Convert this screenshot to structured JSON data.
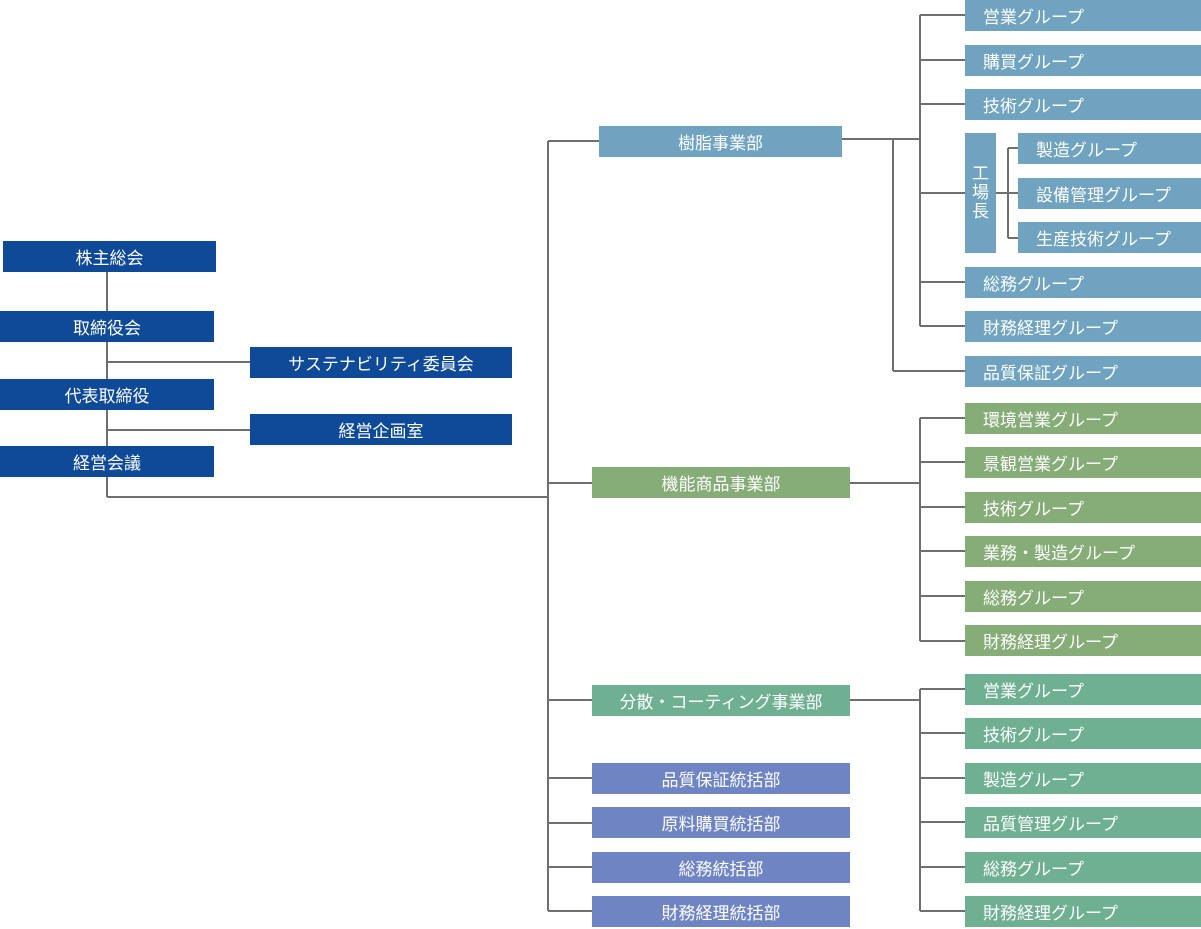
{
  "colors": {
    "executive": "#0e4a97",
    "resin": "#6fa3bf",
    "functional": "#86ac77",
    "dispersion": "#70b092",
    "corporate": "#6f84c2",
    "connector": "#6e6e6e"
  },
  "executive": {
    "shareholders_meeting": "株主総会",
    "board_of_directors": "取締役会",
    "sustainability_committee": "サステナビリティ委員会",
    "representative_director": "代表取締役",
    "corporate_planning": "経営企画室",
    "management_meeting": "経営会議"
  },
  "resin_division": {
    "name": "樹脂事業部",
    "groups": {
      "sales": "営業グループ",
      "purchasing": "購買グループ",
      "engineering": "技術グループ",
      "general_affairs": "総務グループ",
      "finance": "財務経理グループ",
      "quality_assurance": "品質保証グループ"
    },
    "plant_manager": [
      "工",
      "場",
      "長"
    ],
    "plant_groups": {
      "manufacturing": "製造グループ",
      "facility_management": "設備管理グループ",
      "production_engineering": "生産技術グループ"
    }
  },
  "functional_division": {
    "name": "機能商品事業部",
    "groups": {
      "environmental_sales": "環境営業グループ",
      "landscape_sales": "景観営業グループ",
      "engineering": "技術グループ",
      "operations_manufacturing": "業務・製造グループ",
      "general_affairs": "総務グループ",
      "finance": "財務経理グループ"
    }
  },
  "dispersion_division": {
    "name": "分散・コーティング事業部",
    "groups": {
      "sales": "営業グループ",
      "engineering": "技術グループ",
      "manufacturing": "製造グループ",
      "quality_management": "品質管理グループ",
      "general_affairs": "総務グループ",
      "finance": "財務経理グループ"
    }
  },
  "corporate_departments": {
    "quality_assurance": "品質保証統括部",
    "raw_material_purchasing": "原料購買統括部",
    "general_affairs": "総務統括部",
    "finance": "財務経理統括部"
  }
}
